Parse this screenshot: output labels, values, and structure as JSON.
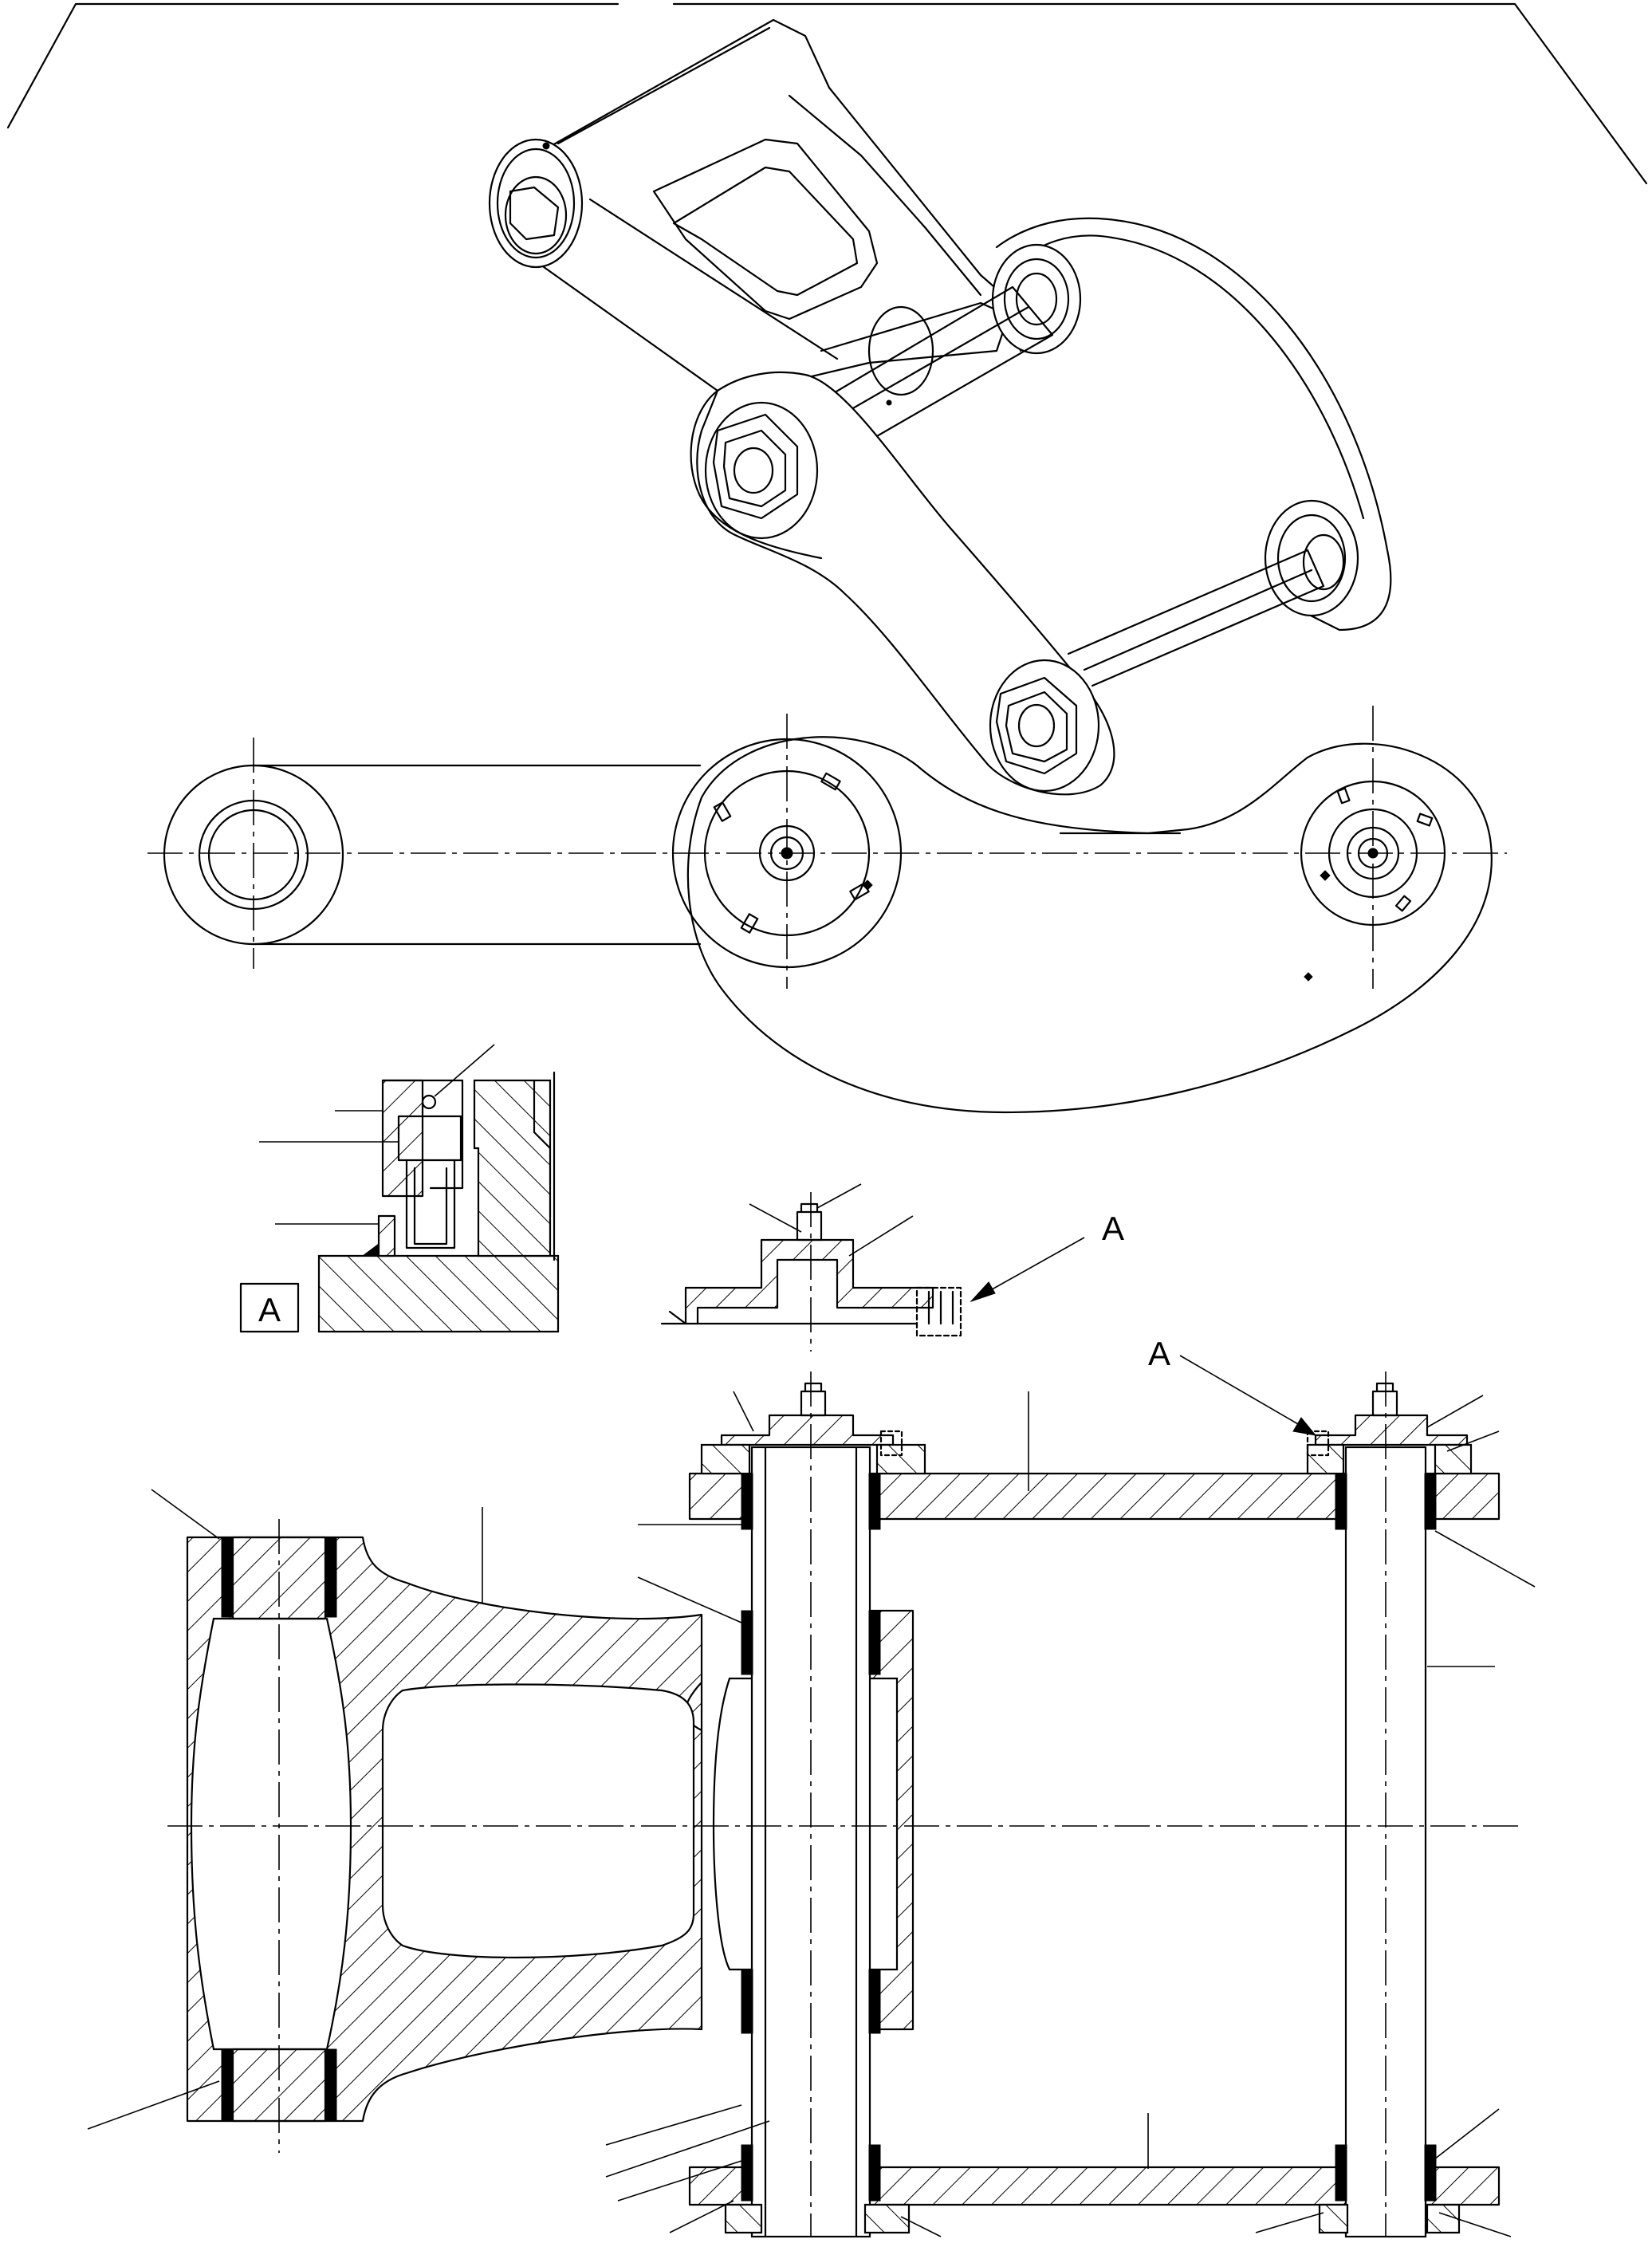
{
  "drawing": {
    "background": "#ffffff",
    "line_color": "#000000",
    "detail_box_label": "A",
    "section_callouts": [
      "A",
      "A"
    ]
  }
}
